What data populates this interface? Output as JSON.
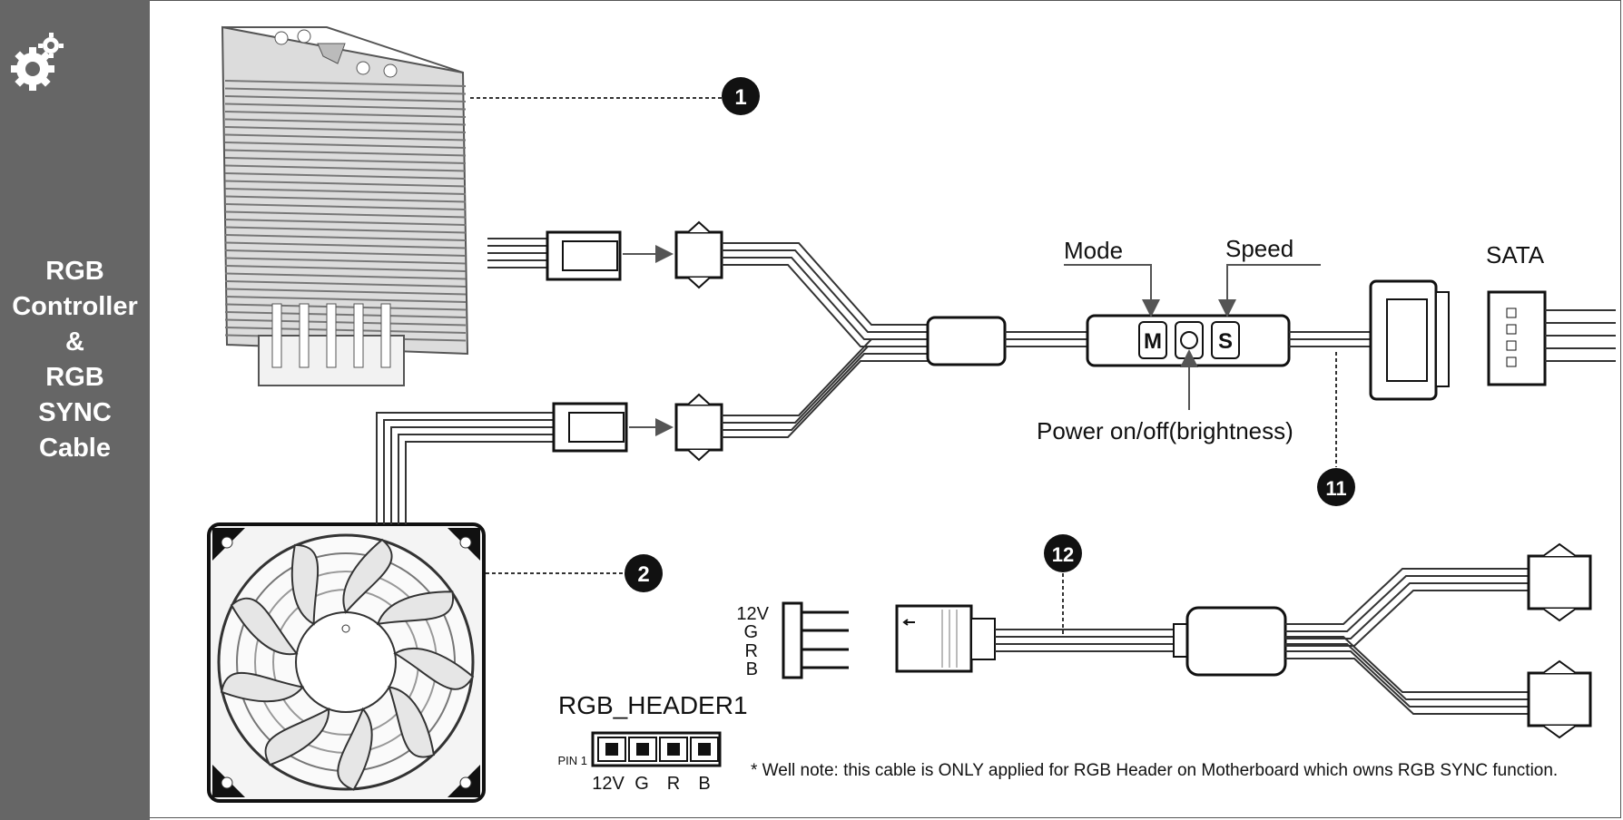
{
  "sidebar": {
    "title_lines": [
      "RGB",
      "Controller",
      "&",
      "RGB",
      "SYNC",
      "Cable"
    ],
    "icon": "gears-icon",
    "bg_color": "#666666"
  },
  "callouts": {
    "c1": "1",
    "c2": "2",
    "c11": "11",
    "c12": "12"
  },
  "labels": {
    "mode": "Mode",
    "speed": "Speed",
    "sata": "SATA",
    "power": "Power on/off(brightness)",
    "button_m": "M",
    "button_s": "S",
    "header_name": "RGB_HEADER1",
    "pin1": "PIN 1",
    "pins": [
      "12V",
      "G",
      "R",
      "B"
    ],
    "note": "* Well note: this cable is ONLY applied for RGB Header on Motherboard which owns RGB SYNC function."
  }
}
